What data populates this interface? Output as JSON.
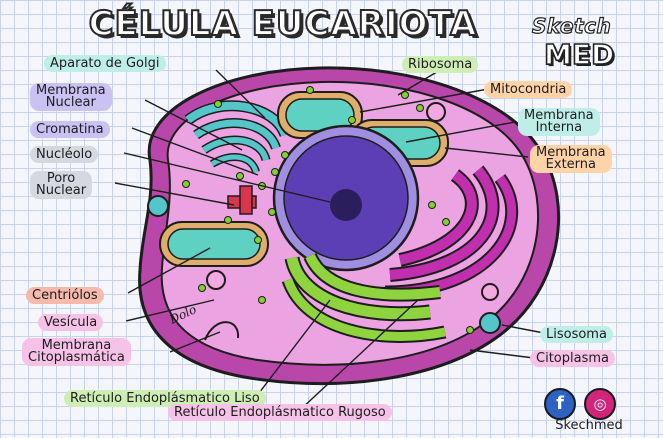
{
  "title": "CÉLULA EUCARIOTA",
  "brand": {
    "line1": "Sketch",
    "line2": "MED"
  },
  "labels": {
    "golgi": "Aparato de Golgi",
    "membrana_nuclear_1": "Membrana",
    "membrana_nuclear_2": "Nuclear",
    "cromatina": "Cromatina",
    "nucleolo": "Nucléolo",
    "poro_1": "Poro",
    "poro_2": "Nuclear",
    "centriolos": "Centriólos",
    "vesicula": "Vesícula",
    "membrana_cito_1": "Membrana",
    "membrana_cito_2": "Citoplasmática",
    "rel": "Retículo Endoplásmatico Liso",
    "rer": "Retículo Endoplásmatico Rugoso",
    "ribosoma": "Ribosoma",
    "mitocondria": "Mitocondria",
    "membrana_interna_1": "Membrana",
    "membrana_interna_2": "Interna",
    "membrana_externa_1": "Membrana",
    "membrana_externa_2": "Externa",
    "lisosoma": "Lisosoma",
    "citoplasma": "Citoplasma"
  },
  "signature": "Dolo",
  "social": {
    "facebook_icon": "f",
    "instagram_icon": "◎",
    "handle": "Skechmed"
  },
  "colors": {
    "cell_fill": "#e58ad7",
    "cell_rim": "#c95ebd",
    "nucleus": "#5d3fb5",
    "golgi": "#54c6c9",
    "mito_inner": "#5fd1c2",
    "mito_outer": "#e0ae6b",
    "rer": "#c22fae",
    "rel": "#8fd43e",
    "label_teal": "#bfeee8",
    "label_purple": "#c9c2f2",
    "label_grey": "#d5d8de",
    "label_green": "#cfeeb5",
    "label_orange": "#ffd3a8",
    "label_pink": "#f6c2e8",
    "label_salmon": "#f6b9ae"
  }
}
